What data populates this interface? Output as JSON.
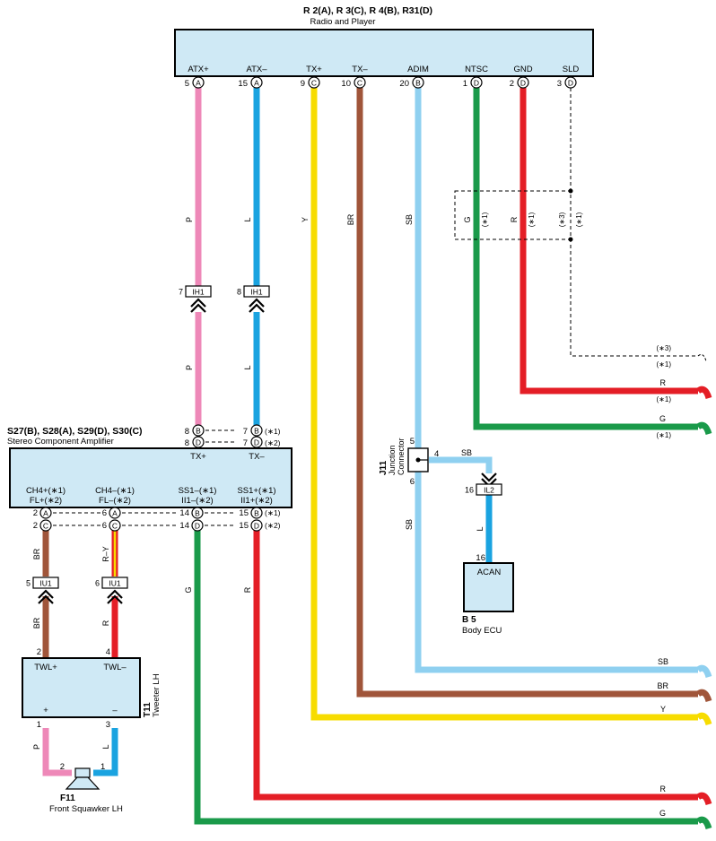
{
  "colors": {
    "pink": "#ee88b8",
    "blue": "#1aa3e0",
    "yellow": "#f7dc00",
    "brown": "#a0553a",
    "sky": "#8fd0f0",
    "green": "#1a9a4a",
    "red": "#e41e26",
    "box_fill": "#cfe9f5"
  },
  "radio": {
    "codes": "R 2(A), R 3(C), R 4(B), R31(D)",
    "name": "Radio and Player",
    "terminals": [
      {
        "label": "ATX+",
        "pin": "5",
        "conn": "A"
      },
      {
        "label": "ATX–",
        "pin": "15",
        "conn": "A"
      },
      {
        "label": "TX+",
        "pin": "9",
        "conn": "C"
      },
      {
        "label": "TX–",
        "pin": "10",
        "conn": "C"
      },
      {
        "label": "ADIM",
        "pin": "20",
        "conn": "B"
      },
      {
        "label": "NTSC",
        "pin": "1",
        "conn": "D"
      },
      {
        "label": "GND",
        "pin": "2",
        "conn": "D"
      },
      {
        "label": "SLD",
        "pin": "3",
        "conn": "D"
      }
    ]
  },
  "amp": {
    "codes": "S27(B), S28(A), S29(D), S30(C)",
    "name": "Stereo Component Amplifier",
    "top_labels": [
      "TX+",
      "TX–"
    ],
    "top_pins": {
      "a_b": "8",
      "a_b_conn": "B",
      "a_b_right": "7",
      "a_b_right_conn": "B",
      "a_b_note": "(∗1)",
      "a_d": "8",
      "a_d_conn": "D",
      "a_d_right": "7",
      "a_d_right_conn": "D",
      "a_d_note": "(∗2)"
    },
    "columns": [
      {
        "line1": "CH4+(∗1)",
        "line2": "FL+(∗2)"
      },
      {
        "line1": "CH4–(∗1)",
        "line2": "FL–(∗2)"
      },
      {
        "line1": "SS1–(∗1)",
        "line2": "II1–(∗2)"
      },
      {
        "line1": "SS1+(∗1)",
        "line2": "II1+(∗2)"
      }
    ],
    "row1": {
      "p1": "2",
      "c1": "A",
      "p2": "6",
      "c2": "A",
      "p3": "14",
      "c3": "B",
      "p4": "15",
      "c4": "B",
      "note": "(∗1)"
    },
    "row2": {
      "p1": "2",
      "c1": "C",
      "p2": "6",
      "c2": "C",
      "p3": "14",
      "c3": "D",
      "p4": "15",
      "c4": "D",
      "note": "(∗2)"
    }
  },
  "splices": {
    "ih1_a": {
      "pin": "7",
      "name": "IH1"
    },
    "ih1_b": {
      "pin": "8",
      "name": "IH1"
    },
    "iu1_a": {
      "pin": "5",
      "name": "IU1"
    },
    "iu1_b": {
      "pin": "6",
      "name": "IU1"
    },
    "il2": {
      "pin": "16",
      "name": "IL2"
    }
  },
  "wire_labels": {
    "p": "P",
    "l": "L",
    "y": "Y",
    "br": "BR",
    "sb": "SB",
    "g": "G",
    "r": "R",
    "ry": "R–Y"
  },
  "notes": {
    "n1": "(∗1)",
    "n3": "(∗3)"
  },
  "junction": {
    "code": "J11",
    "name_line1": "Junction",
    "name_line2": "Connector",
    "pin5": "5",
    "pin4": "4",
    "pin6": "6"
  },
  "ecu": {
    "label": "ACAN",
    "pin": "16",
    "code": "B 5",
    "name": "Body ECU"
  },
  "tweeter": {
    "code": "T11",
    "name": "Tweeter LH",
    "plus": "TWL+",
    "minus": "TWL–",
    "pin_in_plus": "2",
    "pin_in_minus": "4",
    "out_plus": "+",
    "out_minus": "–",
    "pin_out_plus": "1",
    "pin_out_minus": "3"
  },
  "squawker": {
    "code": "F11",
    "name": "Front Squawker LH",
    "pin_left": "2",
    "pin_right": "1"
  }
}
